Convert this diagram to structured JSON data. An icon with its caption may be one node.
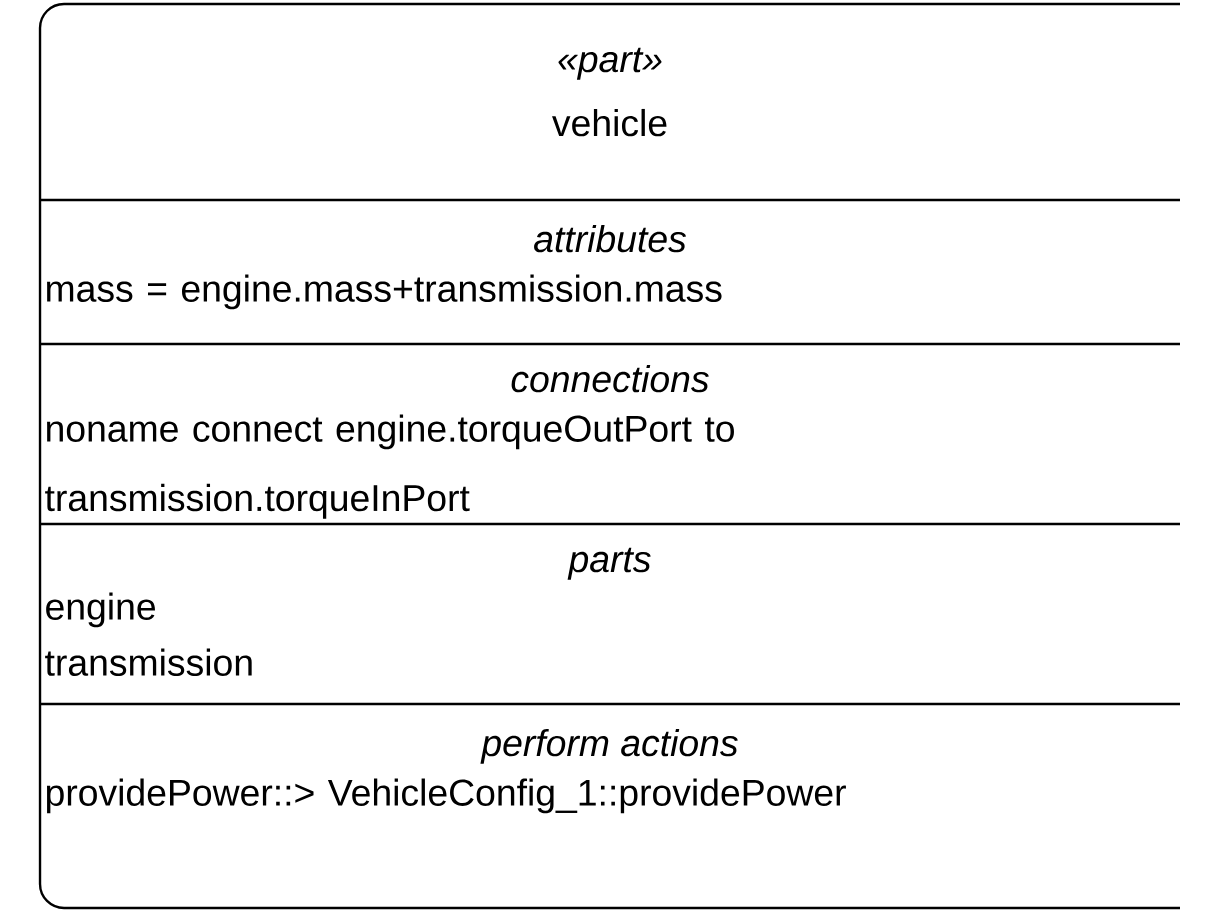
{
  "diagram": {
    "nodes": [
      {
        "text": [
          "«part»",
          "vehicle",
          "attributes",
          "mass = engine.mass+transmission.mass",
          "connections",
          "noname connect engine.torqueOutPort to transmission.torqueInPort",
          "parts",
          "engine",
          "transmission",
          "perform actions",
          "providePower::> VehicleConfig_1::providePower"
        ]
      }
    ]
  }
}
